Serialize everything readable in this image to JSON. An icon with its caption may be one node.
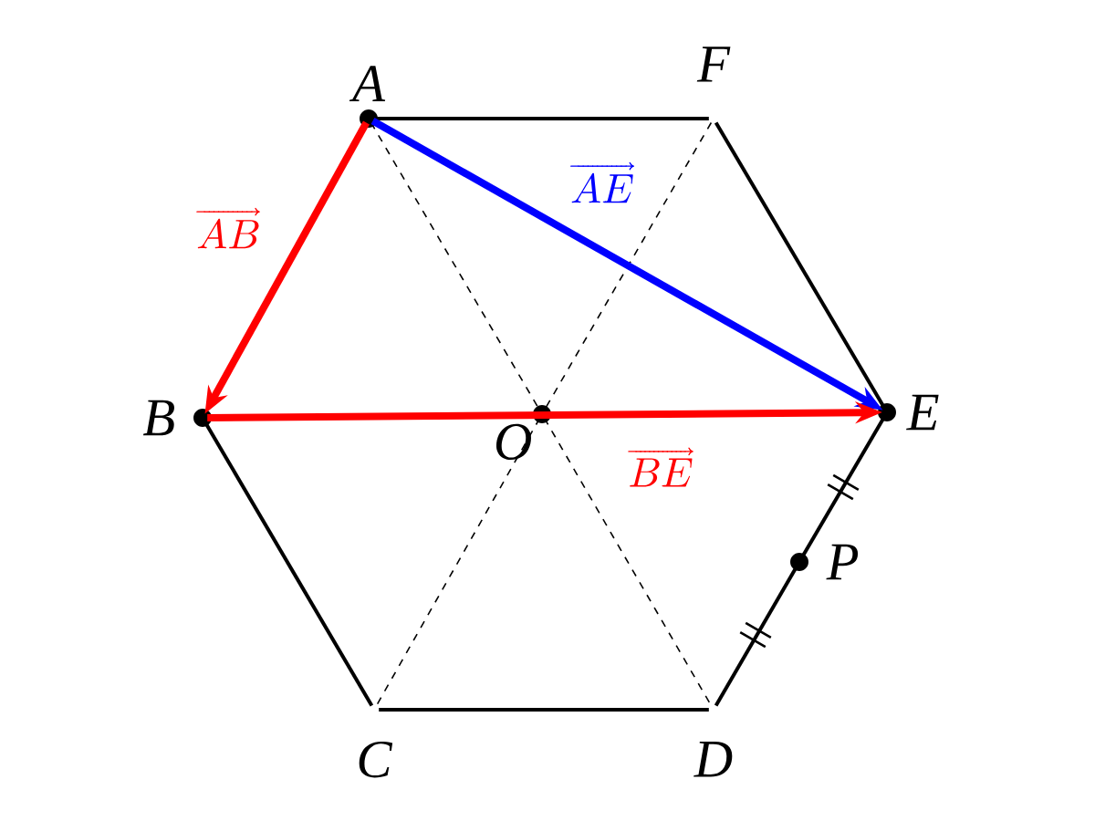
{
  "diagram": {
    "nodes": [
      {
        "text": [
          "A"
        ]
      },
      {
        "text": [
          "F"
        ]
      },
      {
        "text": [
          "B"
        ]
      },
      {
        "text": [
          "O"
        ]
      },
      {
        "text": [
          "E"
        ]
      },
      {
        "text": [
          "P"
        ]
      },
      {
        "text": [
          "C"
        ]
      },
      {
        "text": [
          "D"
        ]
      }
    ],
    "edges": [
      {
        "from": 0,
        "to": 1,
        "arrow": "none"
      },
      {
        "from": 1,
        "to": 4,
        "arrow": "none"
      },
      {
        "from": 4,
        "to": 5,
        "arrow": "none"
      },
      {
        "from": 5,
        "to": 7,
        "arrow": "none"
      },
      {
        "from": 7,
        "to": 6,
        "arrow": "none"
      },
      {
        "from": 6,
        "to": 2,
        "arrow": "none"
      },
      {
        "from": 0,
        "to": 3,
        "arrow": "none",
        "style": "dashed"
      },
      {
        "from": 3,
        "to": 7,
        "arrow": "none",
        "style": "dashed"
      },
      {
        "from": 1,
        "to": 3,
        "arrow": "none",
        "style": "dashed"
      },
      {
        "from": 3,
        "to": 6,
        "arrow": "none",
        "style": "dashed"
      },
      {
        "from": 0,
        "to": 2,
        "arrow": "to",
        "style": "thick",
        "color": "#ff0000",
        "label": "\\overrightarrow{AB}"
      },
      {
        "from": 0,
        "to": 4,
        "arrow": "to",
        "style": "thick",
        "color": "#0000ff",
        "label": "\\overrightarrow{AE}"
      },
      {
        "from": 2,
        "to": 4,
        "arrow": "to",
        "style": "thick",
        "color": "#ff0000",
        "label": "\\overrightarrow{BE}"
      }
    ]
  }
}
